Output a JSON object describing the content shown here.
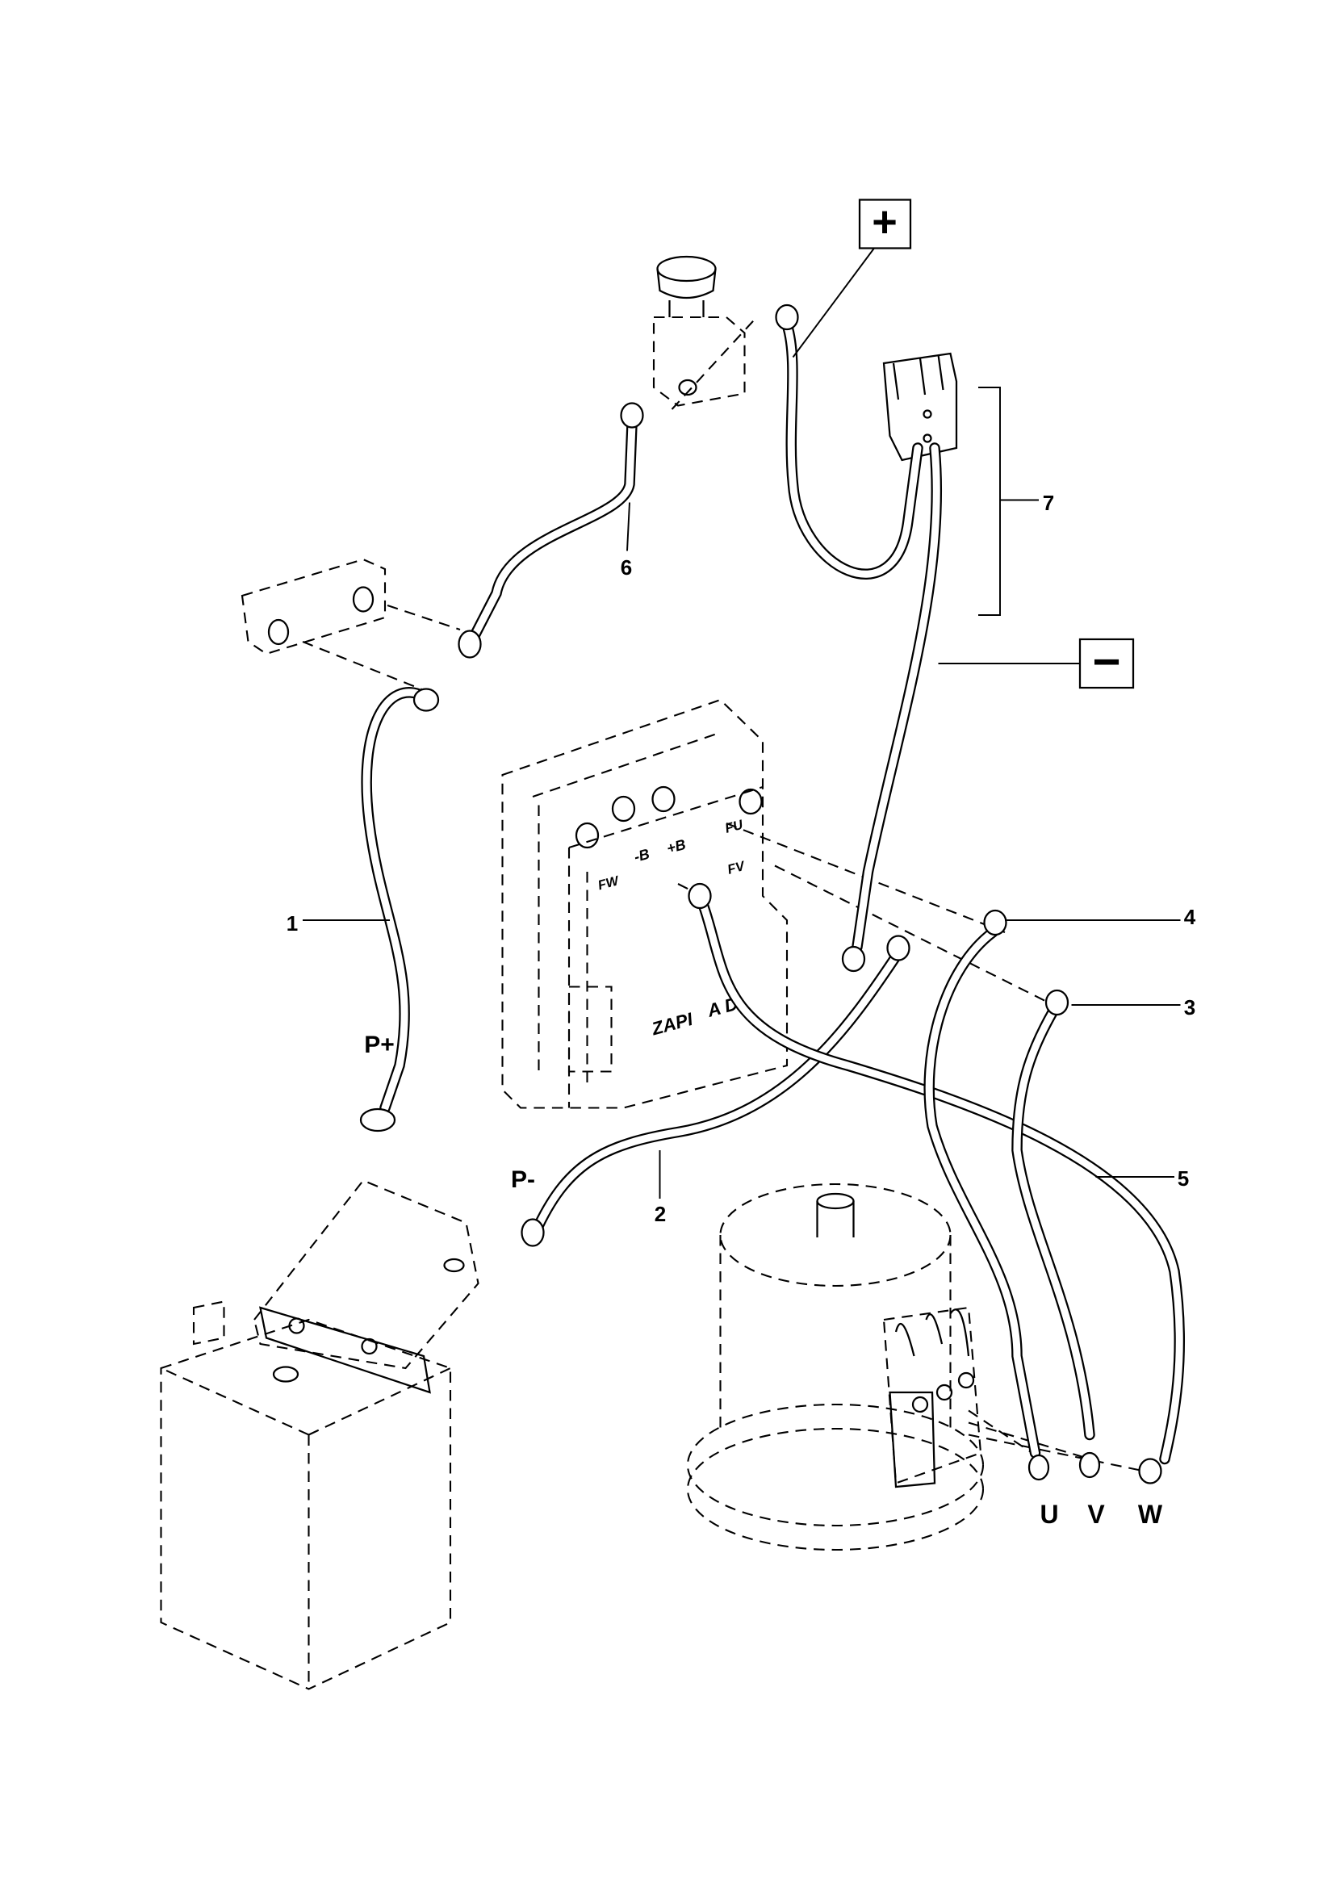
{
  "callouts": {
    "c1": "1",
    "c2": "2",
    "c3": "3",
    "c4": "4",
    "c5": "5",
    "c6": "6",
    "c7": "7"
  },
  "terminals": {
    "p_plus": "P+",
    "p_minus": "P-",
    "u": "U",
    "v": "V",
    "w": "W",
    "plus_box": "+",
    "minus_box": "−"
  },
  "controller": {
    "brand": "ZAPI",
    "model": "A D",
    "fw": "FW",
    "neg_b": "-B",
    "pos_b": "+B",
    "fu": "FU",
    "fv": "FV"
  }
}
